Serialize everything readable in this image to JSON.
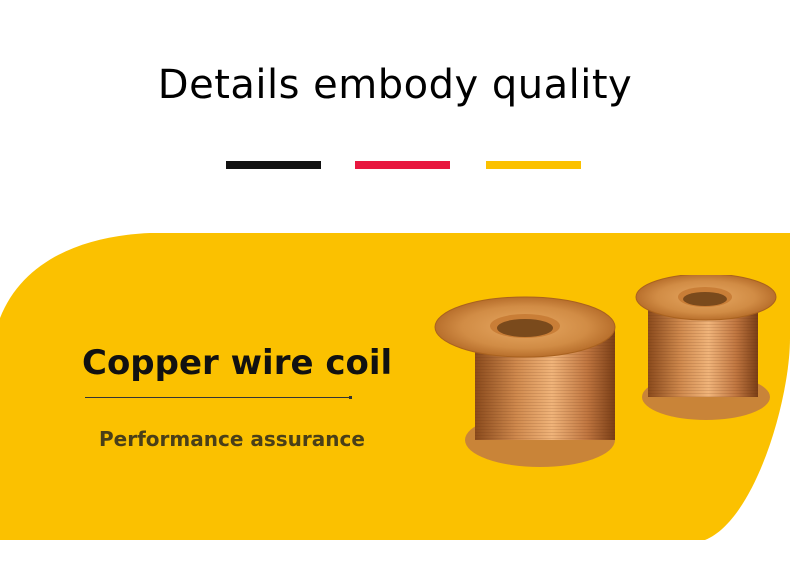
{
  "header": {
    "title": "Details embody quality",
    "accent_colors": [
      "#111111",
      "#e8173f",
      "#fbc100"
    ]
  },
  "banner": {
    "background": "#fbc100",
    "title": "Copper wire coil",
    "subtitle": "Performance assurance",
    "image": "copper wire spools"
  }
}
